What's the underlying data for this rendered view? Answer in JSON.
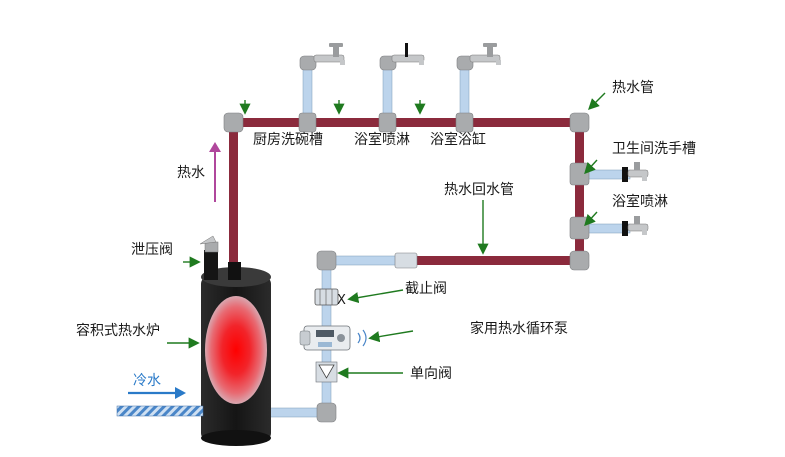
{
  "labels": {
    "kitchen_sink": "厨房洗碗槽",
    "shower_top": "浴室喷淋",
    "bathtub": "浴室浴缸",
    "hot_pipe": "热水管",
    "wash_basin": "卫生间洗手槽",
    "shower_right": "浴室喷淋",
    "return_pipe": "热水回水管",
    "hot_water": "热水",
    "relief_valve": "泄压阀",
    "stop_valve": "截止阀",
    "pump": "家用热水循环泵",
    "heater": "容积式热水炉",
    "check_valve": "单向阀",
    "cold_water": "冷水",
    "valve_mark": "X"
  },
  "colors": {
    "hot_pipe": "#8b2a3c",
    "cold_pipe": "#bcd4ec",
    "fitting": "#a9abad",
    "arrow": "#1f7a1f",
    "hot_arrow": "#b0479c",
    "cold_arrow": "#2a7ac8"
  },
  "icons": [
    "faucet-icon",
    "relief-valve-icon",
    "stop-valve-icon",
    "circulation-pump-icon",
    "check-valve-icon",
    "water-heater-icon"
  ]
}
